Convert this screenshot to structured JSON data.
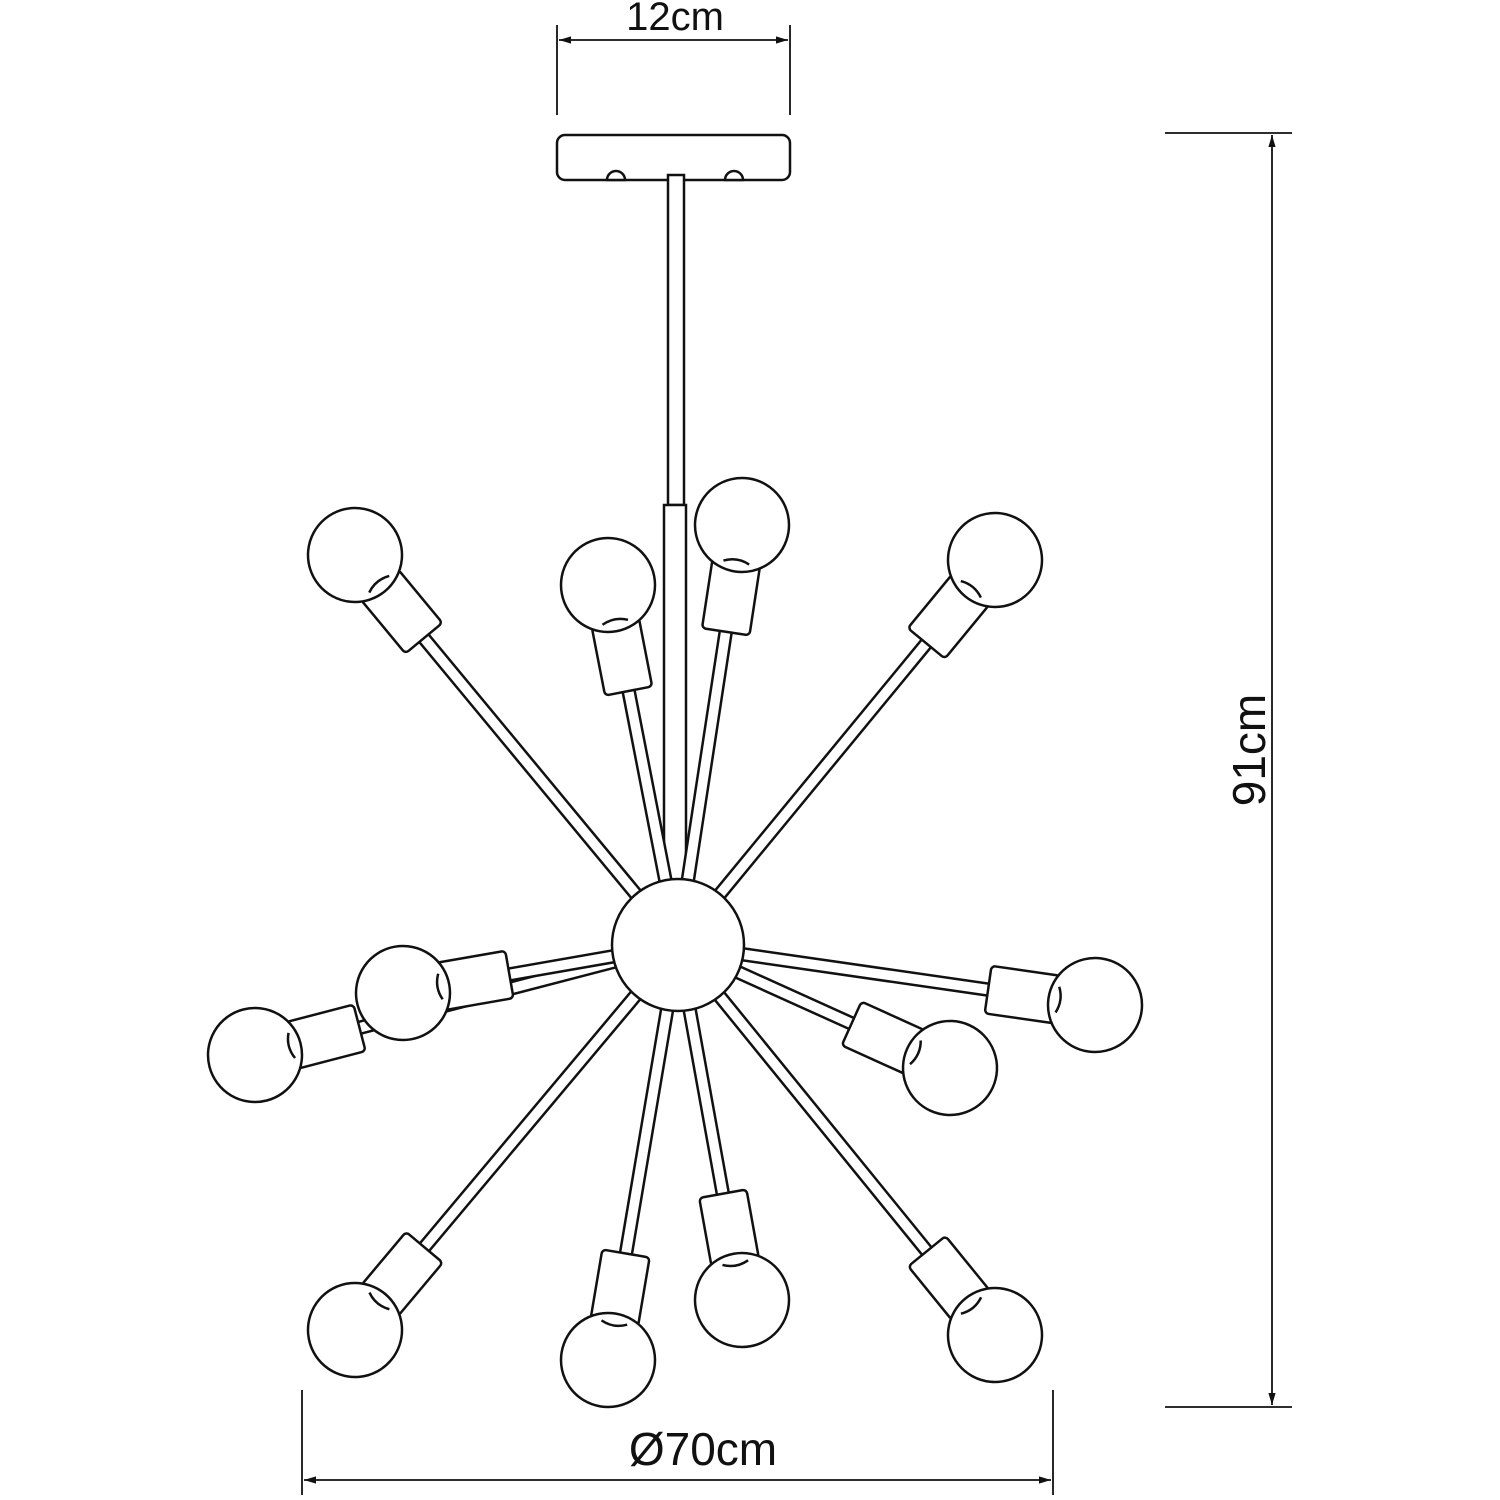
{
  "dimensions": {
    "canopy_width": "12cm",
    "total_height": "91cm",
    "diameter": "Ø70cm"
  },
  "lamp": {
    "bulb_count": 12
  },
  "colors": {
    "line": "#111111",
    "background": "#ffffff"
  }
}
